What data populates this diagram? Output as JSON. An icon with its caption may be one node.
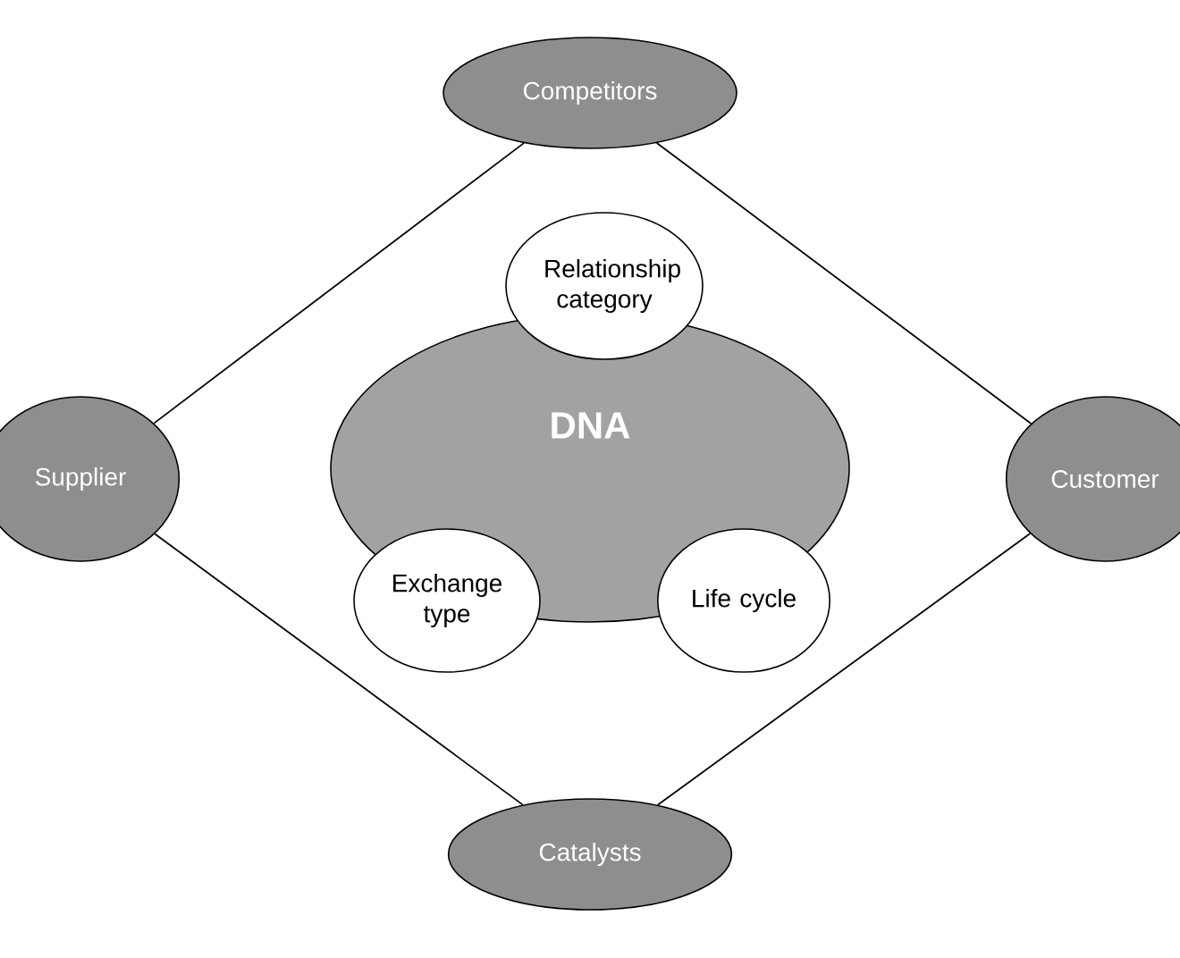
{
  "diagram": {
    "nodes": [
      {
        "text": [
          "Competitors"
        ]
      },
      {
        "text": [
          "Supplier"
        ]
      },
      {
        "text": [
          "DNA"
        ]
      },
      {
        "text": [
          "Relationship category"
        ]
      },
      {
        "text": [
          "Exchange type"
        ]
      },
      {
        "text": [
          "Life cycle"
        ]
      },
      {
        "text": [
          "Customer"
        ]
      },
      {
        "text": [
          "Catalysts"
        ]
      }
    ],
    "edges": [
      {
        "from": 0,
        "to": 1,
        "arrow": "none"
      },
      {
        "from": 0,
        "to": 6,
        "arrow": "none"
      },
      {
        "from": 1,
        "to": 7,
        "arrow": "none"
      },
      {
        "from": 6,
        "to": 7,
        "arrow": "none"
      }
    ]
  }
}
